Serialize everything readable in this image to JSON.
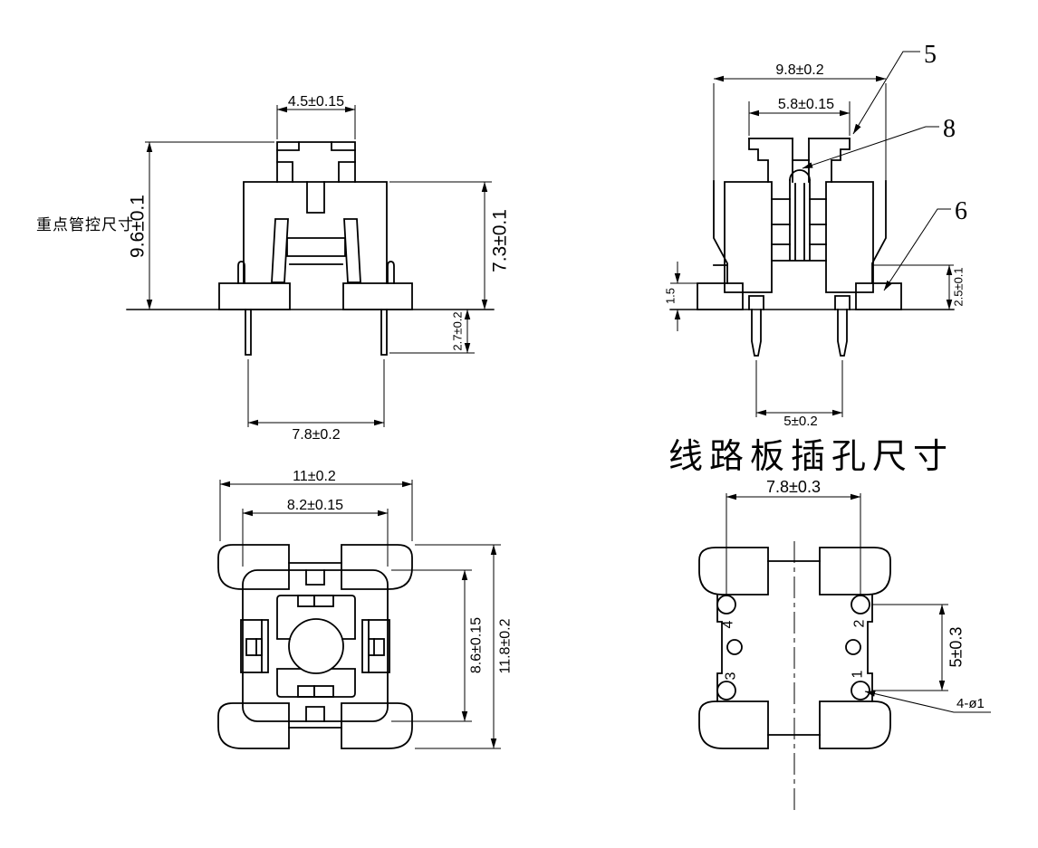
{
  "drawing": {
    "colors": {
      "line": "#000000",
      "background": "#ffffff"
    },
    "front_view": {
      "note": "重点管控尺寸",
      "dim_cap_width": "4.5±0.15",
      "dim_total_height": "9.6±0.1",
      "dim_body_height": "7.3±0.1",
      "dim_pin_length": "2.7±0.2",
      "dim_pin_spacing": "7.8±0.2"
    },
    "side_view": {
      "dim_body_width": "9.8±0.2",
      "dim_cap_width": "5.8±0.15",
      "dim_flange_thickness": "1.5",
      "dim_base_height": "2.5±0.1",
      "dim_pin_spacing": "5±0.2",
      "callout_cap": "5",
      "callout_dome": "8",
      "callout_flange": "6"
    },
    "top_view": {
      "dim_outer_width": "11±0.2",
      "dim_inner_width": "8.2±0.15",
      "dim_inner_height": "8.6±0.15",
      "dim_outer_height": "11.8±0.2"
    },
    "pcb_view": {
      "title": "线路板插孔尺寸",
      "dim_hole_spacing_h": "7.8±0.3",
      "dim_hole_spacing_v": "5±0.3",
      "dim_hole_callout": "4-ø1",
      "pin_1": "1",
      "pin_2": "2",
      "pin_3": "3",
      "pin_4": "4"
    }
  }
}
